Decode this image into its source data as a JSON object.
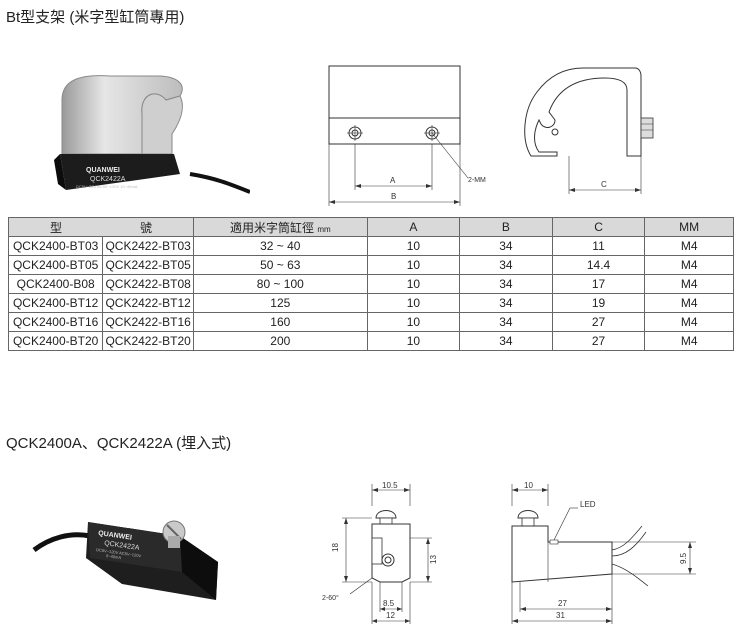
{
  "section_bt": {
    "title": "Bt型支架 (米字型缸筒專用)"
  },
  "section_qa": {
    "title": "QCK2400A、QCK2422A (埋入式)"
  },
  "product_bt_label": {
    "brand": "QUANWEI",
    "model": "QCK2422A",
    "spec": "DC5V~28V  AC5V~120V  10~40mA"
  },
  "product_qa_label": {
    "brand": "QUANWEI",
    "model": "QCK2422A",
    "spec": "DC5V~120V  AC5V~120V",
    "spec2": "5~40mA"
  },
  "diagram_bt_front": {
    "dim_a": "A",
    "dim_b": "B",
    "callout": "2-MM"
  },
  "diagram_bt_side": {
    "dim_c": "C"
  },
  "diagram_qa_front": {
    "top": "10.5",
    "left": "18",
    "right": "13",
    "angle": "2-60°",
    "bottom1": "8.5",
    "bottom2": "12"
  },
  "diagram_qa_side": {
    "top": "10",
    "led": "LED",
    "right": "9.5",
    "bottom1": "27",
    "bottom2": "31"
  },
  "table": {
    "headers": {
      "model_a": "型",
      "model_b": "號",
      "bore": "適用米字筒缸徑",
      "bore_unit": "mm",
      "a": "A",
      "b": "B",
      "c": "C",
      "mm": "MM"
    },
    "rows": [
      {
        "m1": "QCK2400-BT03",
        "m2": "QCK2422-BT03",
        "bore": "32 ~ 40",
        "a": "10",
        "b": "34",
        "c": "11",
        "mm": "M4"
      },
      {
        "m1": "QCK2400-BT05",
        "m2": "QCK2422-BT05",
        "bore": "50 ~ 63",
        "a": "10",
        "b": "34",
        "c": "14.4",
        "mm": "M4"
      },
      {
        "m1": "QCK2400-B08",
        "m2": "QCK2422-BT08",
        "bore": "80 ~ 100",
        "a": "10",
        "b": "34",
        "c": "17",
        "mm": "M4"
      },
      {
        "m1": "QCK2400-BT12",
        "m2": "QCK2422-BT12",
        "bore": "125",
        "a": "10",
        "b": "34",
        "c": "19",
        "mm": "M4"
      },
      {
        "m1": "QCK2400-BT16",
        "m2": "QCK2422-BT16",
        "bore": "160",
        "a": "10",
        "b": "34",
        "c": "27",
        "mm": "M4"
      },
      {
        "m1": "QCK2400-BT20",
        "m2": "QCK2422-BT20",
        "bore": "200",
        "a": "10",
        "b": "34",
        "c": "27",
        "mm": "M4"
      }
    ]
  }
}
